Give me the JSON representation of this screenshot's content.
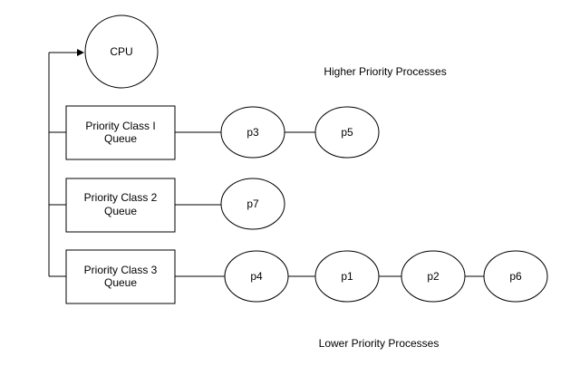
{
  "diagram": {
    "cpu_label": "CPU",
    "higher_label": "Higher Priority Processes",
    "lower_label": "Lower Priority Processes",
    "queues": [
      {
        "line1": "Priority Class I",
        "line2": "Queue",
        "processes": [
          "p3",
          "p5"
        ]
      },
      {
        "line1": "Priority Class 2",
        "line2": "Queue",
        "processes": [
          "p7"
        ]
      },
      {
        "line1": "Priority Class 3",
        "line2": "Queue",
        "processes": [
          "p4",
          "p1",
          "p2",
          "p6"
        ]
      }
    ],
    "colors": {
      "stroke": "#000000",
      "fill": "#ffffff",
      "text": "#000000"
    }
  }
}
